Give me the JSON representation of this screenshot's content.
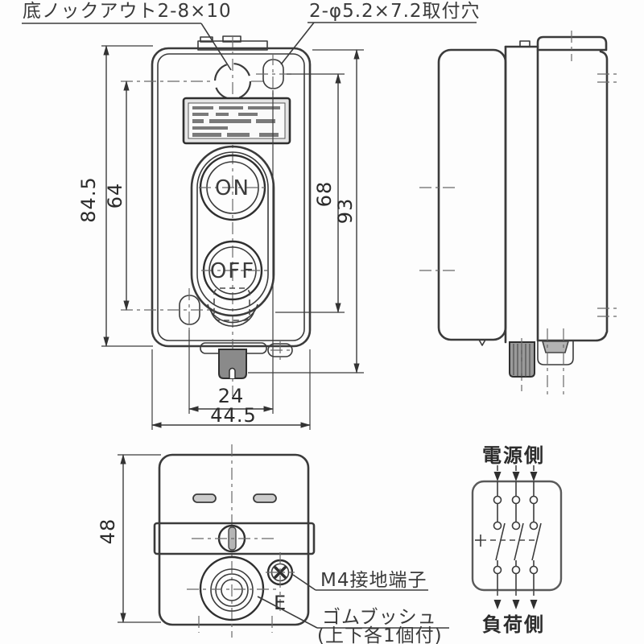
{
  "drawing": {
    "callouts": {
      "knockout_label": "底ノックアウト2-8×10",
      "mounting_hole_label": "2-φ5.2×7.2取付穴",
      "ground_terminal_label": "M4接地端子",
      "rubber_bush_label": "ゴムブッシュ",
      "rubber_bush_note": "(上下各1個付)"
    },
    "front_view": {
      "button_on": "ON",
      "button_off": "OFF",
      "dim_height_outer": "84.5",
      "dim_height_centers": "64",
      "dim_height_cover": "68",
      "dim_height_total": "93",
      "dim_width_centers": "24",
      "dim_width_outer": "44.5"
    },
    "bottom_view": {
      "dim_depth": "48",
      "earth_mark": "E"
    },
    "circuit_diagram": {
      "source_side_label": "電源側",
      "load_side_label": "負荷側"
    },
    "colors": {
      "line": "#3b3b3b",
      "centerline": "#6a6a6a",
      "dark_fill": "#8a8a8a",
      "light_fill": "#cccccc",
      "background": "#ffffff"
    }
  }
}
